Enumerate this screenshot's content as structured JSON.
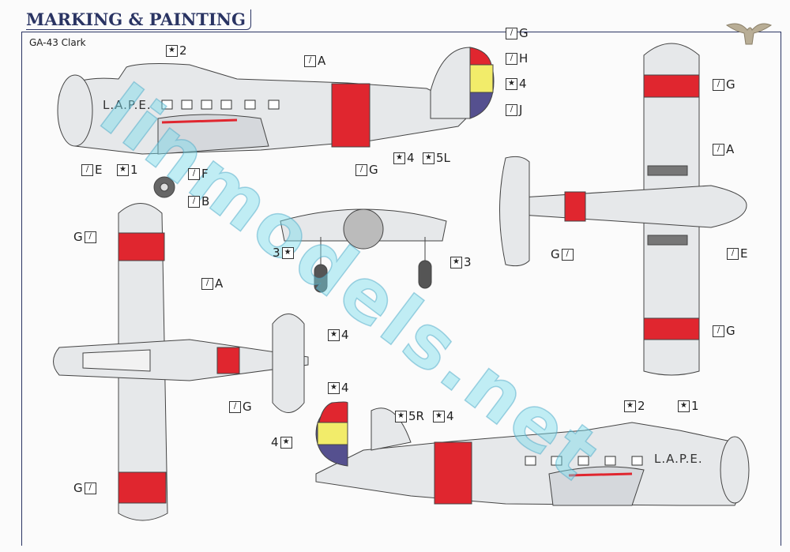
{
  "header": {
    "title": "MARKING & PAINTING",
    "subtitle": "GA-43 Clark"
  },
  "watermark": "linmodels.net",
  "fuselage_text": {
    "left_side": "L.A.P.E.",
    "right_side": "L.A.P.E."
  },
  "colors": {
    "red": "#e0262f",
    "yellow": "#f2ec6a",
    "purple": "#55508f",
    "aircraft": "#e6e8ea",
    "outline": "#444444",
    "frame": "#2a3463"
  },
  "callouts": [
    {
      "type": "decal",
      "label": "2"
    },
    {
      "type": "paint",
      "label": "A"
    },
    {
      "type": "paint",
      "label": "G"
    },
    {
      "type": "paint",
      "label": "H"
    },
    {
      "type": "decal",
      "label": "4"
    },
    {
      "type": "paint",
      "label": "J"
    },
    {
      "type": "decal",
      "label": "4"
    },
    {
      "type": "decal",
      "label": "5L"
    },
    {
      "type": "paint",
      "label": "G"
    },
    {
      "type": "paint",
      "label": "E"
    },
    {
      "type": "decal",
      "label": "1"
    },
    {
      "type": "paint",
      "label": "F"
    },
    {
      "type": "paint",
      "label": "B"
    },
    {
      "type": "paint",
      "label": "G"
    },
    {
      "type": "paint",
      "label": "A"
    },
    {
      "type": "paint",
      "label": "G"
    },
    {
      "type": "paint",
      "label": "E"
    },
    {
      "type": "paint",
      "label": "G"
    },
    {
      "type": "decal",
      "label": "3"
    },
    {
      "type": "decal",
      "label": "3"
    },
    {
      "type": "paint",
      "label": "G"
    },
    {
      "type": "paint",
      "label": "A"
    },
    {
      "type": "decal",
      "label": "4"
    },
    {
      "type": "decal",
      "label": "4"
    },
    {
      "type": "paint",
      "label": "G"
    },
    {
      "type": "paint",
      "label": "G"
    },
    {
      "type": "decal",
      "label": "4"
    },
    {
      "type": "decal",
      "label": "5R"
    },
    {
      "type": "decal",
      "label": "4"
    },
    {
      "type": "decal",
      "label": "2"
    },
    {
      "type": "decal",
      "label": "1"
    }
  ]
}
